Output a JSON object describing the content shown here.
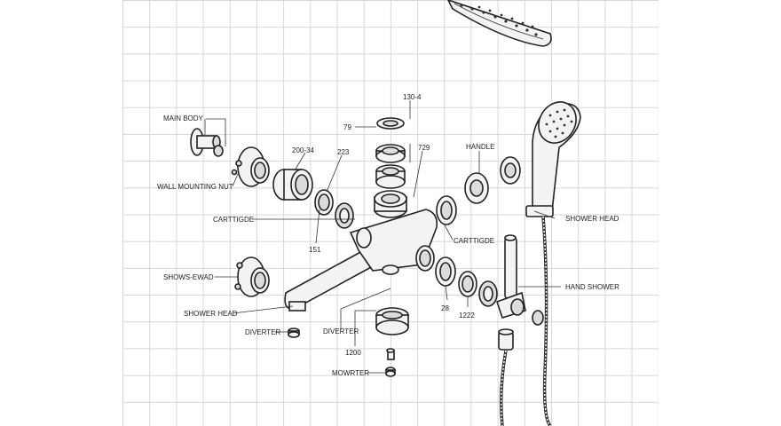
{
  "labels": {
    "main_body": "MAIN BODY",
    "wall_mounting_nut": "WALL MOUNTING NUT",
    "n200_34": "200-34",
    "n223": "223",
    "n79": "79",
    "n1304": "130-4",
    "n729": "729",
    "handle": "HANDLE",
    "cartridge_left": "CARTTIGDE",
    "n151": "151",
    "cartridge_right": "CARTTIGDE",
    "shower_head_right": "SHOWER HEAD",
    "shower_head_left_upper": "SHOWS-EWAD",
    "hand_shower": "HAND SHOWER",
    "shower_head_left_lower": "SHOWER HEAD",
    "n28": "28",
    "n1222": "1222",
    "diverter_left": "DIVERTER",
    "diverter_mid": "DIVERTER",
    "n1200": "1200",
    "mowrter": "MOWRTER"
  }
}
